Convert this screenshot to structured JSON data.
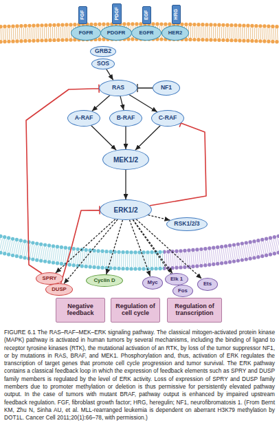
{
  "diagram": {
    "caption": "FIGURE 6.1 The RAS–RAF–MEK–ERK signaling pathway. The classical mitogen-activated protein kinase (MAPK) pathway is activated in human tumors by several mechanisms, including the binding of ligand to receptor tyrosine kinases (RTK), the mutational activation of an RTK, by loss of the tumor suppressor NF1, or by mutations in RAS, BRAF, and MEK1. Phosphorylation and, thus, activation of ERK regulates the transcription of target genes that promote cell cycle progression and tumor survival. The ERK pathway contains a classical feedback loop in which the expression of feedback elements such as SPRY and DUSP family members is regulated by the level of ERK activity. Loss of expression of SPRY and DUSP family members due to promoter methylation or deletion is thus permissive for persistently elevated pathway output. In the case of tumors with mutant BRAF, pathway output is enhanced by impaired upstream feedback regulation. FGF, fibroblast growth factor; HRG, heregulin; NF1, neurofibromatosis 1. (From Bernt KM, Zhu N, Sinha AU, et al. MLL-rearranged leukemia is dependent on aberrant H3K79 methylation by DOT1L. Cancer Cell 2011;20(1):66–78, with permission.)",
    "nodes": [
      {
        "text": [
          "FGF"
        ]
      },
      {
        "text": [
          "PDGF"
        ]
      },
      {
        "text": [
          "EGF"
        ]
      },
      {
        "text": [
          "HRG"
        ]
      },
      {
        "text": [
          "FGFR"
        ]
      },
      {
        "text": [
          "PDGFR"
        ]
      },
      {
        "text": [
          "EGFR"
        ]
      },
      {
        "text": [
          "HER2"
        ]
      },
      {
        "text": [
          "GRB2"
        ]
      },
      {
        "text": [
          "SOS"
        ]
      },
      {
        "text": [
          "RAS"
        ]
      },
      {
        "text": [
          "NF1"
        ]
      },
      {
        "text": [
          "A-RAF"
        ]
      },
      {
        "text": [
          "B-RAF"
        ]
      },
      {
        "text": [
          "C-RAF"
        ]
      },
      {
        "text": [
          "MEK1/2"
        ]
      },
      {
        "text": [
          "ERK1/2"
        ]
      },
      {
        "text": [
          "RSK1/2/3"
        ]
      },
      {
        "text": [
          "SPRY"
        ]
      },
      {
        "text": [
          "DUSP"
        ]
      },
      {
        "text": [
          "Cyclin D"
        ]
      },
      {
        "text": [
          "Myc"
        ]
      },
      {
        "text": [
          "Elk 1"
        ]
      },
      {
        "text": [
          "Fos"
        ]
      },
      {
        "text": [
          "Ets"
        ]
      },
      {
        "text": [
          "Negative feedback"
        ]
      },
      {
        "text": [
          "Regulation of cell cycle"
        ]
      },
      {
        "text": [
          "Regulation of transcription"
        ]
      }
    ],
    "edges": [
      {
        "from": 9,
        "to": 10,
        "arrow": "to"
      },
      {
        "from": 11,
        "to": 10,
        "arrow": "to"
      },
      {
        "from": 10,
        "to": 12,
        "arrow": "to"
      },
      {
        "from": 10,
        "to": 13,
        "arrow": "to"
      },
      {
        "from": 10,
        "to": 14,
        "arrow": "to"
      },
      {
        "from": 12,
        "to": 15,
        "arrow": "to"
      },
      {
        "from": 13,
        "to": 15,
        "arrow": "to"
      },
      {
        "from": 14,
        "to": 15,
        "arrow": "to"
      },
      {
        "from": 15,
        "to": 16,
        "arrow": "to"
      },
      {
        "from": 16,
        "to": 17,
        "arrow": "to"
      },
      {
        "from": 16,
        "to": 18,
        "arrow": "to"
      },
      {
        "from": 16,
        "to": 19,
        "arrow": "to"
      },
      {
        "from": 16,
        "to": 20,
        "arrow": "to"
      },
      {
        "from": 16,
        "to": 21,
        "arrow": "to"
      },
      {
        "from": 16,
        "to": 22,
        "arrow": "to"
      },
      {
        "from": 16,
        "to": 23,
        "arrow": "to"
      },
      {
        "from": 16,
        "to": 24,
        "arrow": "to"
      },
      {
        "from": 18,
        "to": 10,
        "arrow": "to"
      },
      {
        "from": 16,
        "to": 14,
        "arrow": "to"
      },
      {
        "from": 19,
        "to": 16,
        "arrow": "to"
      }
    ]
  }
}
